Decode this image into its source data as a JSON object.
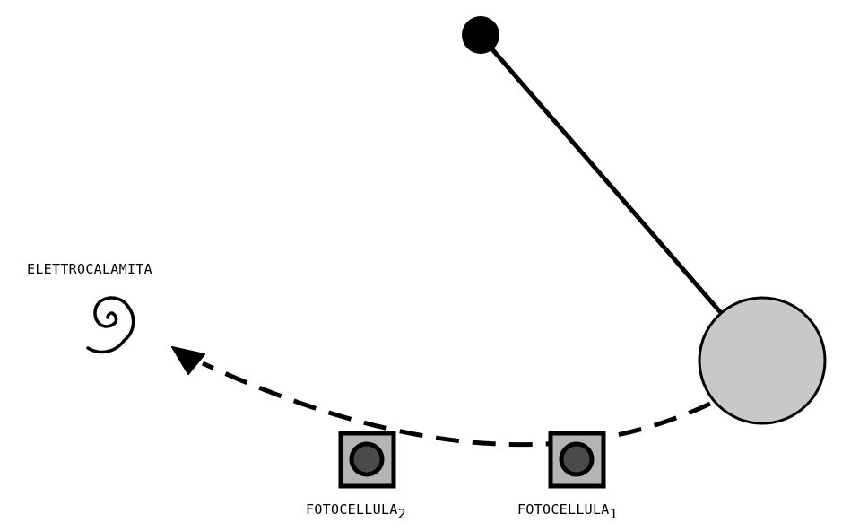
{
  "labels": {
    "electromagnet": "ELETTROCALAMITA",
    "photocell_1_name": "FOTOCELLULA",
    "photocell_1_sub": "1",
    "photocell_2_name": "FOTOCELLULA",
    "photocell_2_sub": "2"
  },
  "colors": {
    "stroke": "#000000",
    "bob_fill": "#c8c8c8",
    "sensor_housing": "#b4b4b4",
    "sensor_lens": "#4a4a4a"
  }
}
